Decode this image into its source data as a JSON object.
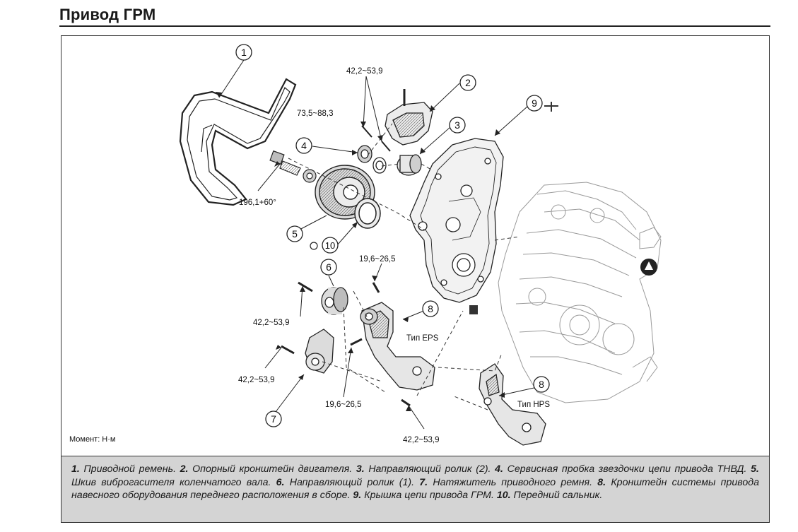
{
  "page": {
    "title": "Привод ГРМ"
  },
  "diagram": {
    "callouts": [
      {
        "id": "c1",
        "label": "1"
      },
      {
        "id": "c2",
        "label": "2"
      },
      {
        "id": "c3",
        "label": "3"
      },
      {
        "id": "c4",
        "label": "4"
      },
      {
        "id": "c5",
        "label": "5"
      },
      {
        "id": "c6",
        "label": "6"
      },
      {
        "id": "c7",
        "label": "7"
      },
      {
        "id": "c8a",
        "label": "8"
      },
      {
        "id": "c8b",
        "label": "8"
      },
      {
        "id": "c9",
        "label": "9"
      },
      {
        "id": "c10",
        "label": "10"
      }
    ],
    "torques": {
      "t_top": "42,2~53,9",
      "t_735": "73,5~88,3",
      "t_196": "196,1+60°",
      "t_196b": "19,6~26,5",
      "t_mid": "42,2~53,9",
      "t_low": "42,2~53,9",
      "t_196c": "19,6~26,5",
      "t_bottom": "42,2~53,9"
    },
    "labels": {
      "eps": "Тип EPS",
      "hps": "Тип HPS",
      "moment": "Момент: Н·м"
    }
  },
  "caption": {
    "items": [
      {
        "num": "1.",
        "text": "Приводной ремень."
      },
      {
        "num": "2.",
        "text": "Опорный кронштейн двигателя."
      },
      {
        "num": "3.",
        "text": "Направляющий ролик (2)."
      },
      {
        "num": "4.",
        "text": "Сервисная пробка звездочки цепи привода ТНВД."
      },
      {
        "num": "5.",
        "text": "Шкив виброгасителя коленчатого вала."
      },
      {
        "num": "6.",
        "text": "Направляющий ролик (1)."
      },
      {
        "num": "7.",
        "text": "Натяжитель приводного ремня."
      },
      {
        "num": "8.",
        "text": "Кронштейн системы привода навесного оборудования переднего расположения в сборе."
      },
      {
        "num": "9.",
        "text": "Крышка цепи привода ГРМ."
      },
      {
        "num": "10.",
        "text": "Передний сальник."
      }
    ]
  }
}
